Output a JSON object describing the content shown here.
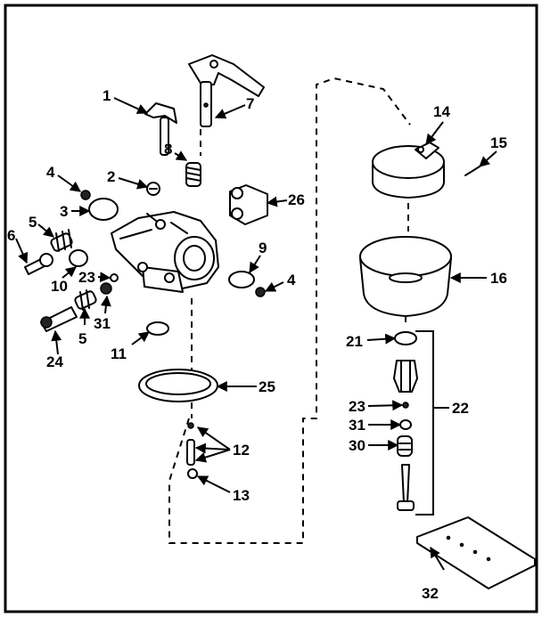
{
  "callouts": {
    "p1": "1",
    "p2": "2",
    "p3": "3",
    "p4a": "4",
    "p4b": "4",
    "p5a": "5",
    "p5b": "5",
    "p6": "6",
    "p7": "7",
    "p8": "8",
    "p9": "9",
    "p10": "10",
    "p11": "11",
    "p12": "12",
    "p13": "13",
    "p14": "14",
    "p15": "15",
    "p16": "16",
    "p21": "21",
    "p22": "22",
    "p23a": "23",
    "p23b": "23",
    "p24": "24",
    "p25": "25",
    "p26": "26",
    "p30": "30",
    "p31a": "31",
    "p31b": "31",
    "p32": "32"
  }
}
